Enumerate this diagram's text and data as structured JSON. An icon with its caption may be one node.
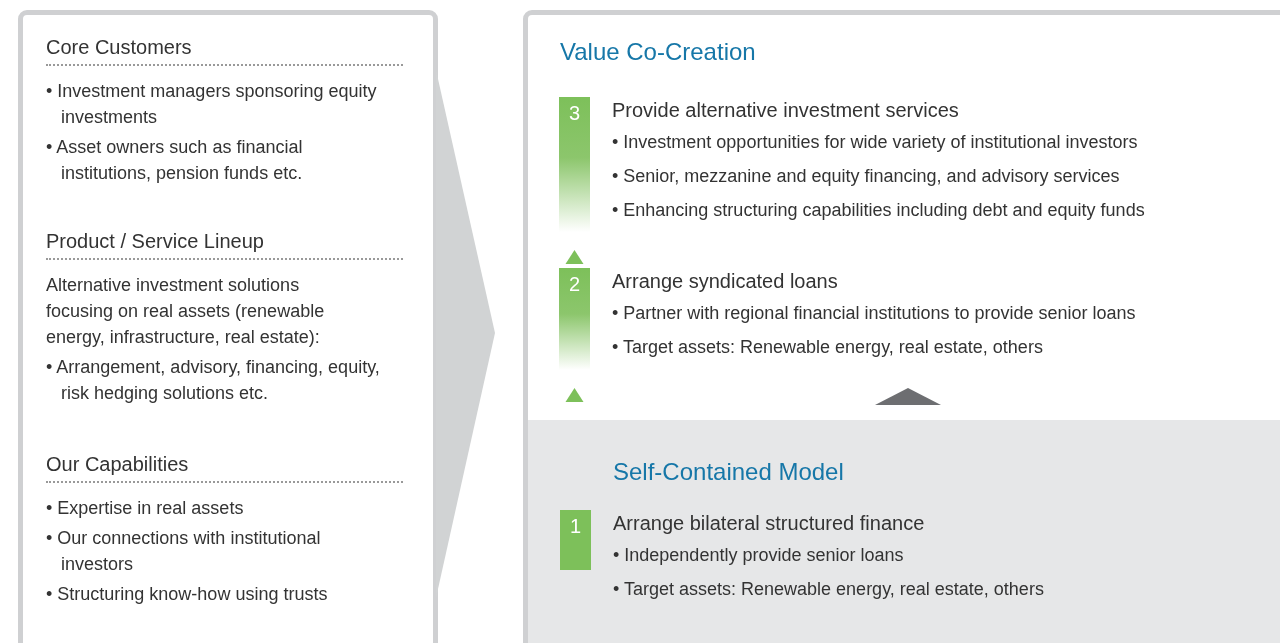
{
  "diagram": {
    "nodes": [
      {
        "text": [],
        "shape": "box"
      },
      {
        "text": [
          "Core Customers",
          "• Investment managers sponsoring equity investments",
          "• Asset owners such as financial institutions, pension funds etc."
        ],
        "in": 0
      },
      {
        "text": [
          "Product / Service Lineup",
          "Alternative investment solutions focusing on real assets (renewable energy, infrastructure, real estate):",
          "• Arrangement, advisory, financing, equity, risk hedging solutions etc."
        ],
        "in": 0
      },
      {
        "text": [
          "Our Capabilities",
          "• Expertise in real assets",
          "• Our connections with institutional investors",
          "• Structuring know-how using trusts"
        ],
        "in": 0
      },
      {
        "text": [
          "Value Co-Creation"
        ]
      },
      {
        "text": [
          "3",
          "Provide alternative investment services",
          "• Investment opportunities for wide variety of institutional investors",
          "• Senior, mezzanine and equity financing, and advisory services",
          "• Enhancing structuring capabilities including debt and equity funds"
        ],
        "in": 4
      },
      {
        "text": [
          "2",
          "Arrange syndicated loans",
          "• Partner with regional financial institutions to provide senior loans",
          "• Target assets: Renewable energy, real estate, others"
        ],
        "in": 4
      },
      {
        "text": [
          "Self-Contained Model"
        ],
        "in": 4
      },
      {
        "text": [
          "1",
          "Arrange bilateral structured finance",
          "• Independently provide senior loans",
          "• Target assets: Renewable energy, real estate, others"
        ],
        "in": 7
      }
    ],
    "edges": [
      {
        "from": 0,
        "to": 4,
        "arrow": "to"
      },
      {
        "from": 6,
        "to": 5,
        "arrow": "to",
        "color": "#7dc05a"
      },
      {
        "from": 7,
        "to": 6,
        "arrow": "to",
        "color": "#7dc05a"
      },
      {
        "from": 7,
        "to": 4,
        "arrow": "to"
      }
    ]
  }
}
